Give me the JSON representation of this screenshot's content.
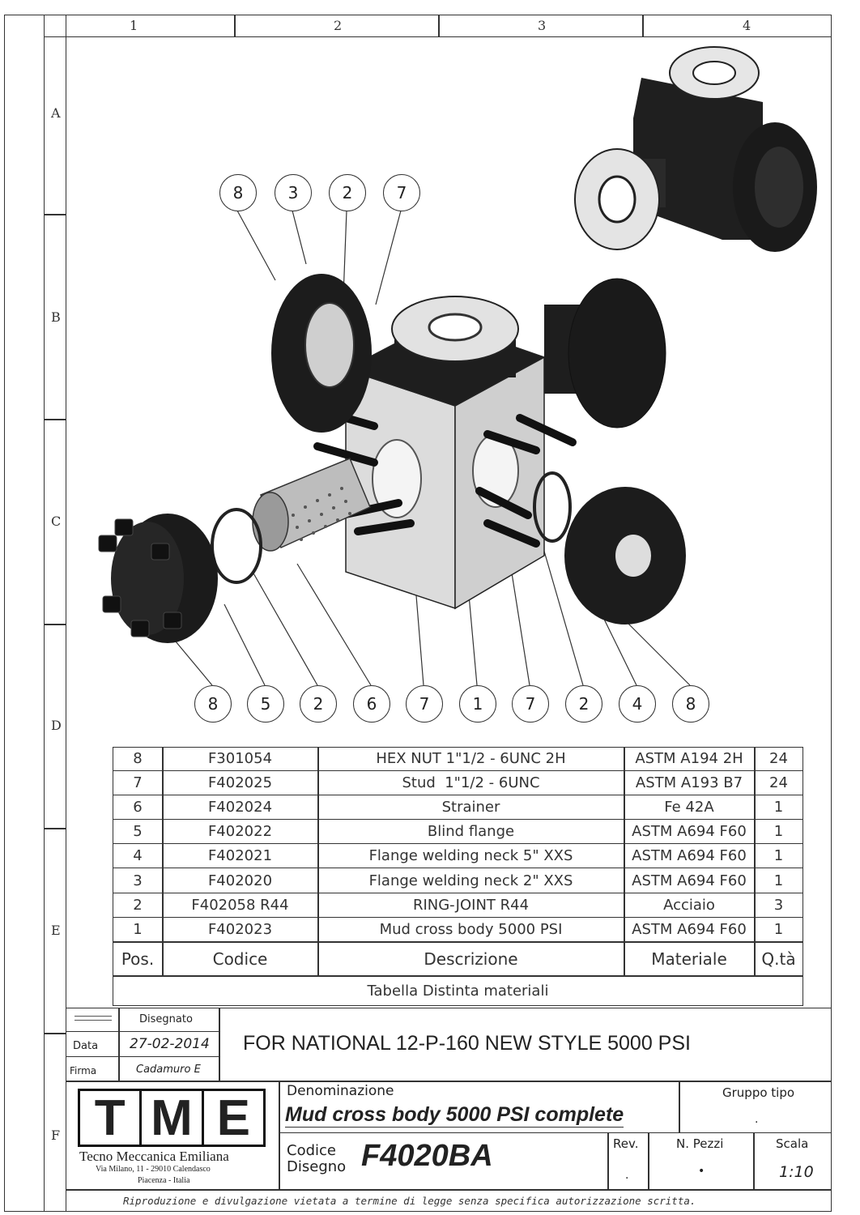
{
  "grid": {
    "columns": [
      "1",
      "2",
      "3",
      "4"
    ],
    "rows": [
      "A",
      "B",
      "C",
      "D",
      "E",
      "F"
    ]
  },
  "callouts_top": [
    "8",
    "3",
    "2",
    "7"
  ],
  "callouts_bottom": [
    "8",
    "5",
    "2",
    "6",
    "7",
    "1",
    "7",
    "2",
    "4",
    "8"
  ],
  "bom": {
    "rows": [
      {
        "pos": "8",
        "code": "F301054",
        "desc": "HEX NUT 1\"1/2 - 6UNC 2H",
        "material": "ASTM A194 2H",
        "qty": "24"
      },
      {
        "pos": "7",
        "code": "F402025",
        "desc": "Stud  1\"1/2 - 6UNC",
        "material": "ASTM A193 B7",
        "qty": "24"
      },
      {
        "pos": "6",
        "code": "F402024",
        "desc": "Strainer",
        "material": "Fe 42A",
        "qty": "1"
      },
      {
        "pos": "5",
        "code": "F402022",
        "desc": "Blind flange",
        "material": "ASTM A694 F60",
        "qty": "1"
      },
      {
        "pos": "4",
        "code": "F402021",
        "desc": "Flange welding neck 5\" XXS",
        "material": "ASTM A694 F60",
        "qty": "1"
      },
      {
        "pos": "3",
        "code": "F402020",
        "desc": "Flange welding neck 2\" XXS",
        "material": "ASTM A694 F60",
        "qty": "1"
      },
      {
        "pos": "2",
        "code": "F402058 R44",
        "desc": "RING-JOINT R44",
        "material": "Acciaio",
        "qty": "3"
      },
      {
        "pos": "1",
        "code": "F402023",
        "desc": "Mud cross body 5000 PSI",
        "material": "ASTM A694 F60",
        "qty": "1"
      }
    ],
    "headers": {
      "pos": "Pos.",
      "code": "Codice",
      "desc": "Descrizione",
      "material": "Materiale",
      "qty": "Q.tà"
    },
    "caption": "Tabella Distinta materiali"
  },
  "title_block": {
    "disegnato_label": "Disegnato",
    "data_label": "Data",
    "data_value": "27-02-2014",
    "firma_label": "Firma",
    "firma_value": "Cadamuro E",
    "project_title": "FOR NATIONAL 12-P-160 NEW STYLE 5000 PSI",
    "logo_letters": [
      "T",
      "M",
      "E"
    ],
    "company_name": "Tecno Meccanica Emiliana",
    "company_address": "Via Milano, 11 - 29010 Calendasco",
    "company_city": "Piacenza - Italia",
    "denominazione_label": "Denominazione",
    "denominazione_value": "Mud cross body 5000 PSI complete",
    "gruppo_label": "Gruppo tipo",
    "gruppo_value": ".",
    "codice_label_1": "Codice",
    "codice_label_2": "Disegno",
    "codice_value": "F4020BA",
    "rev_label": "Rev.",
    "rev_value": ".",
    "pezzi_label": "N. Pezzi",
    "pezzi_value": "•",
    "scala_label": "Scala",
    "scala_value": "1:10",
    "footer_notice": "Riproduzione e divulgazione vietata a termine di legge senza specifica autorizzazione scritta."
  },
  "colors": {
    "line": "#333333",
    "part_dark": "#1c1c1c",
    "part_light": "#d4d4d4"
  }
}
